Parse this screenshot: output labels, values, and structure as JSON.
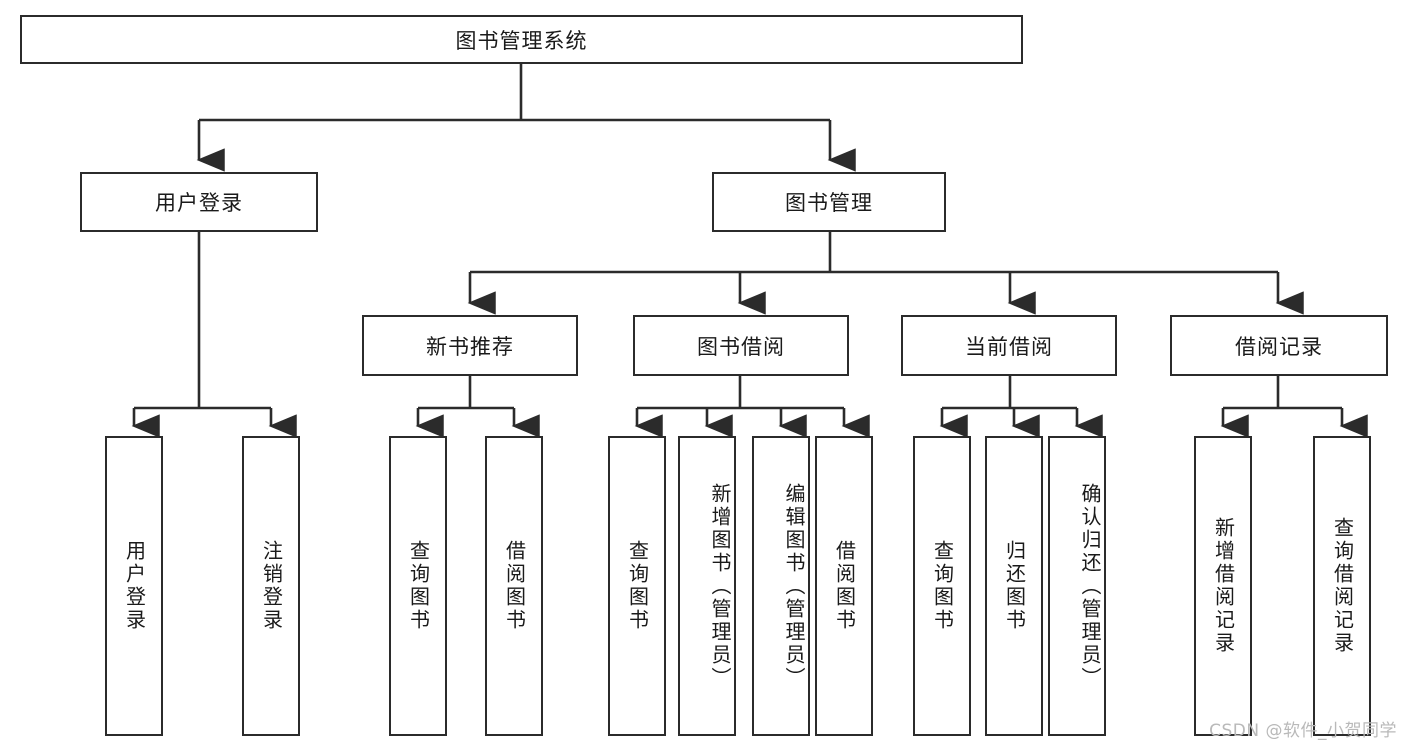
{
  "diagram": {
    "title": "图书管理系统",
    "type": "tree-hierarchy-chart",
    "colors": {
      "box_border": "#2b2b2b",
      "box_fill": "#ffffff",
      "connector": "#2b2b2b",
      "text": "#1a1a1a",
      "watermark": "#b9b9b9",
      "background": "#ffffff"
    },
    "nodes": {
      "root": {
        "label": "图书管理系统",
        "orientation": "horizontal"
      },
      "level2": [
        {
          "id": "user-login",
          "label": "用户登录",
          "orientation": "horizontal"
        },
        {
          "id": "book-management",
          "label": "图书管理",
          "orientation": "horizontal"
        }
      ],
      "level3": [
        {
          "id": "new-book-recommend",
          "label": "新书推荐",
          "orientation": "horizontal"
        },
        {
          "id": "book-borrow",
          "label": "图书借阅",
          "orientation": "horizontal"
        },
        {
          "id": "current-borrow",
          "label": "当前借阅",
          "orientation": "horizontal"
        },
        {
          "id": "borrow-record",
          "label": "借阅记录",
          "orientation": "horizontal"
        }
      ],
      "leaves": {
        "user_login": [
          {
            "id": "leaf-user-login",
            "label": "用户登录",
            "orientation": "vertical"
          },
          {
            "id": "leaf-logout",
            "label": "注销登录",
            "orientation": "vertical"
          }
        ],
        "new_book_recommend": [
          {
            "id": "leaf-query-book-1",
            "label": "查询图书",
            "orientation": "vertical"
          },
          {
            "id": "leaf-borrow-book-1",
            "label": "借阅图书",
            "orientation": "vertical"
          }
        ],
        "book_borrow": [
          {
            "id": "leaf-query-book-2",
            "label": "查询图书",
            "orientation": "vertical"
          },
          {
            "id": "leaf-add-book-admin",
            "label": "新增图书（管理员）",
            "orientation": "vertical"
          },
          {
            "id": "leaf-edit-book-admin",
            "label": "编辑图书（管理员）",
            "orientation": "vertical"
          },
          {
            "id": "leaf-borrow-book-2",
            "label": "借阅图书",
            "orientation": "vertical"
          }
        ],
        "current_borrow": [
          {
            "id": "leaf-query-book-3",
            "label": "查询图书",
            "orientation": "vertical"
          },
          {
            "id": "leaf-return-book",
            "label": "归还图书",
            "orientation": "vertical"
          },
          {
            "id": "leaf-confirm-return-admin",
            "label": "确认归还（管理员）",
            "orientation": "vertical"
          }
        ],
        "borrow_record": [
          {
            "id": "leaf-add-borrow-record",
            "label": "新增借阅记录",
            "orientation": "vertical"
          },
          {
            "id": "leaf-query-borrow-record",
            "label": "查询借阅记录",
            "orientation": "vertical"
          }
        ]
      }
    },
    "watermark": "CSDN @软件_小贺同学"
  }
}
